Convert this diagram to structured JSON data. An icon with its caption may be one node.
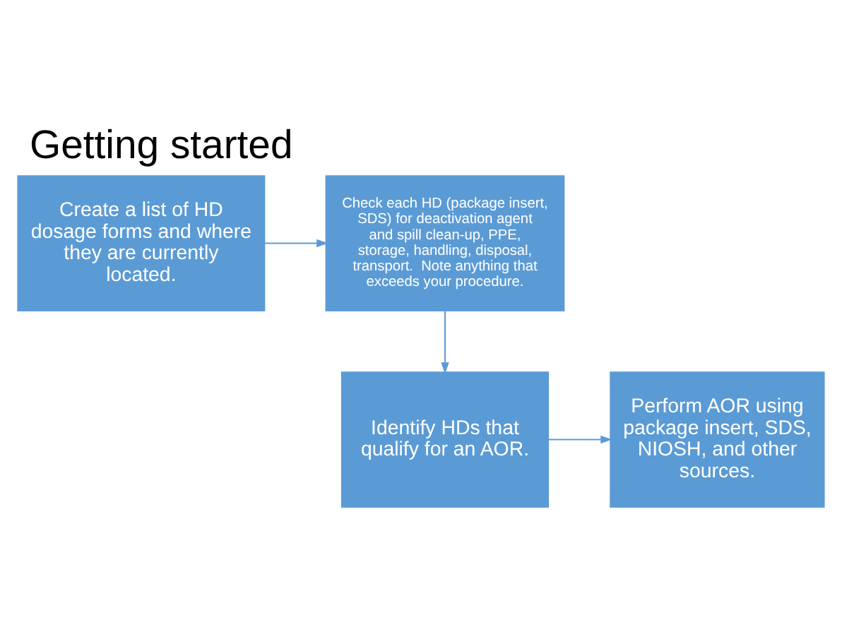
{
  "diagram": {
    "title": "Getting started",
    "nodes": [
      {
        "text": [
          "Create a list of HD dosage forms and where they are currently located."
        ]
      },
      {
        "text": [
          "Check each HD (package insert, SDS) for deactivation agent and spill clean-up, PPE, storage, handling, disposal, transport.  Note anything that exceeds your procedure."
        ]
      },
      {
        "text": [
          "Identify HDs that qualify for an AOR."
        ]
      },
      {
        "text": [
          "Perform AOR using package insert, SDS, NIOSH, and other sources."
        ]
      }
    ],
    "edges": [
      {
        "from": 0,
        "to": 1,
        "arrow": "to"
      },
      {
        "from": 1,
        "to": 2,
        "arrow": "to"
      },
      {
        "from": 2,
        "to": 3,
        "arrow": "to"
      }
    ]
  }
}
